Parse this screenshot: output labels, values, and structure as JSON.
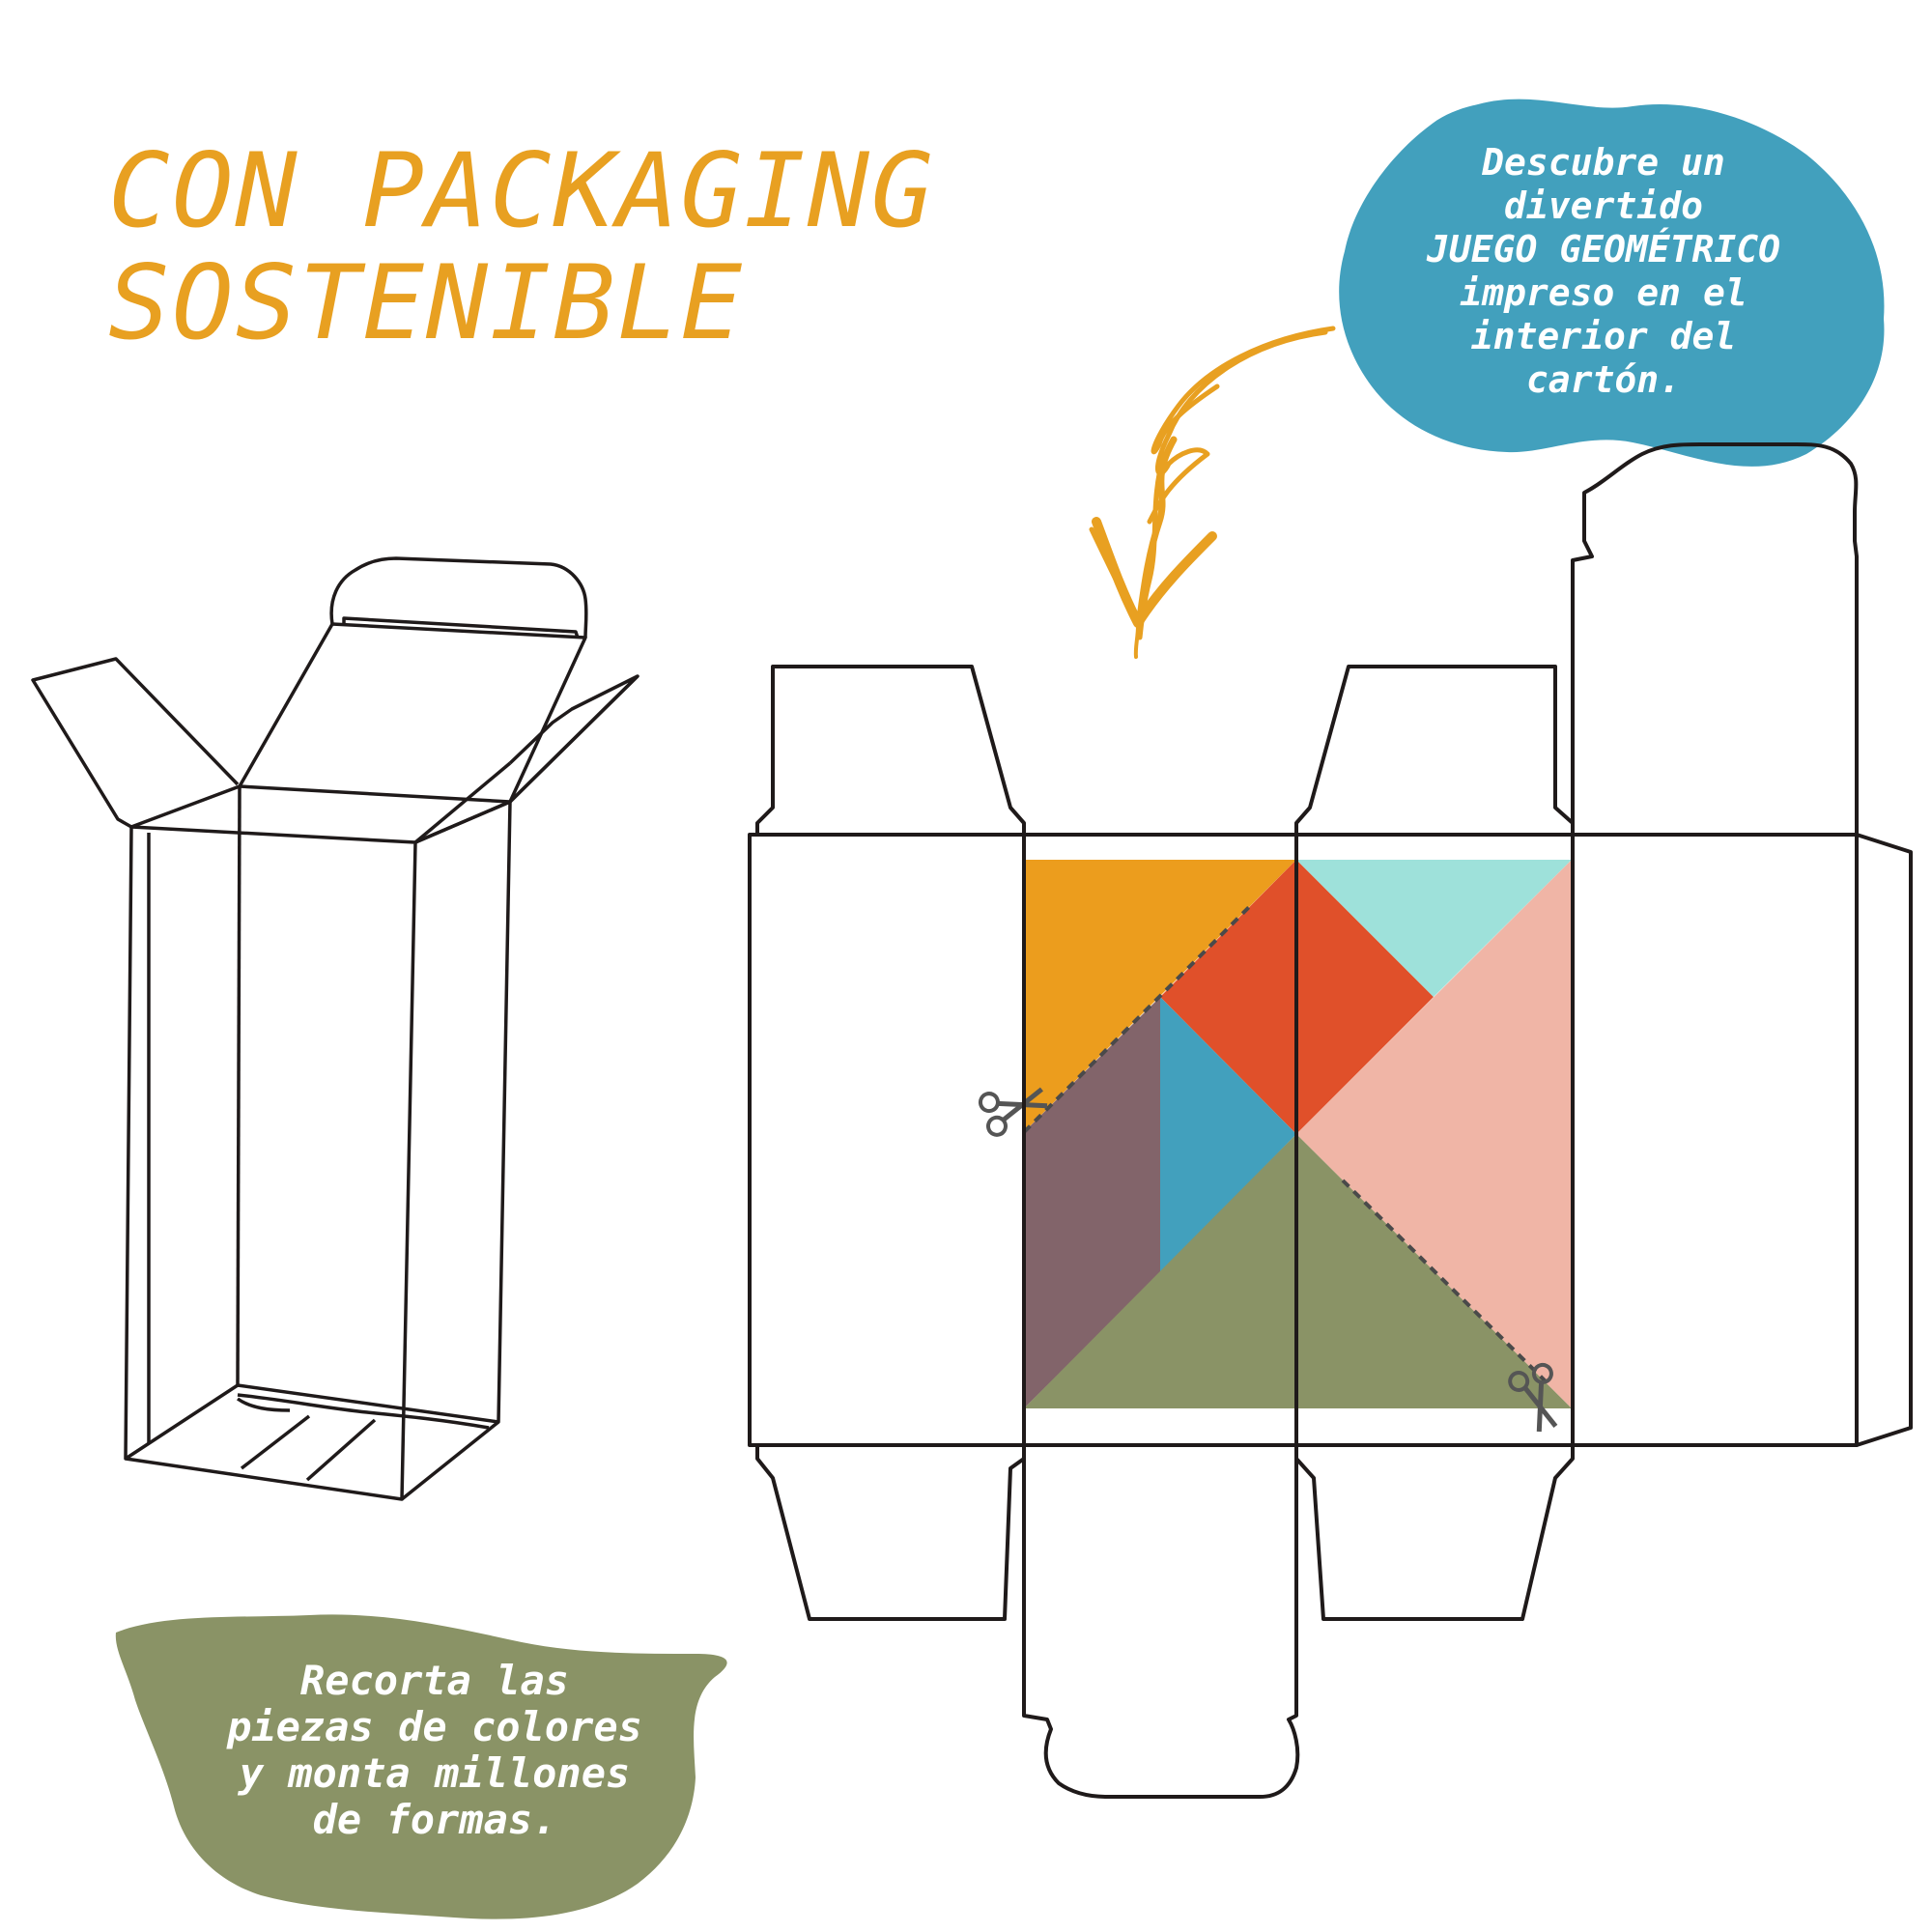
{
  "colors": {
    "title": "#E8A021",
    "blue_blob": "#42A0BD",
    "green_blob": "#8A9366",
    "outline": "#1f1a1a",
    "piece_orange": "#EC9D1D",
    "piece_red": "#E0502A",
    "piece_cyan": "#9EE1DA",
    "piece_pink": "#F0B5A6",
    "piece_mauve": "#82646A",
    "piece_blue": "#42A0BD",
    "piece_olive": "#8A9366",
    "arrow": "#E8A021",
    "scissors": "#555555"
  },
  "title": {
    "line1": "CON PACKAGING",
    "line2": "SOSTENIBLE"
  },
  "note_blue": {
    "lines": [
      "Descubre un",
      "divertido",
      "JUEGO GEOMÉTRICO",
      "impreso en el",
      "interior del",
      "cartón."
    ]
  },
  "note_green": {
    "lines": [
      "Recorta las",
      "piezas de colores",
      "y monta millones",
      "de formas."
    ]
  },
  "icons": {
    "arrow": "curved-arrow-down-icon",
    "scissors": "scissors-icon"
  }
}
